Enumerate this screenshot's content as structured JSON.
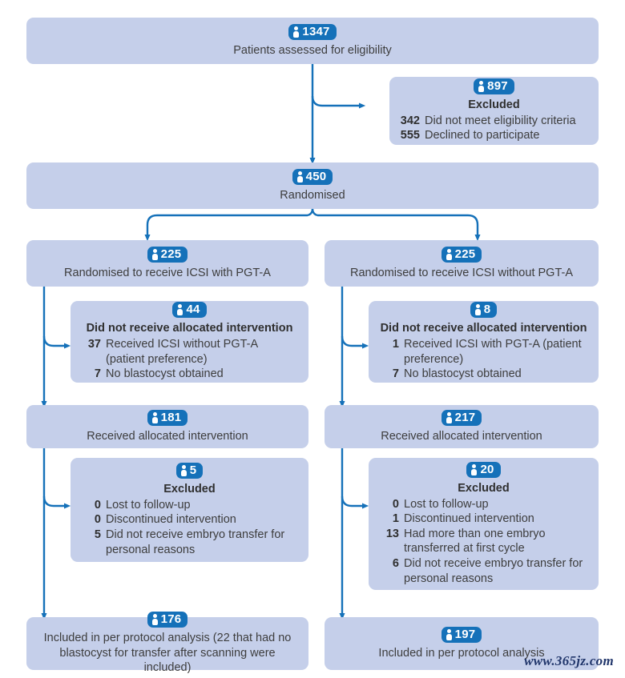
{
  "meta": {
    "diagram_title": "CONSORT participant flow diagram",
    "box_fill": "#c5cfea",
    "badge_color": "#1571b9",
    "line_color": "#1571b9",
    "text_color": "#3d3d3d"
  },
  "watermark": "www.365jz.com",
  "nodes": {
    "assessed": {
      "count": "1347",
      "label": "Patients assessed for eligibility"
    },
    "excluded_screening": {
      "count": "897",
      "heading": "Excluded",
      "reasons": [
        {
          "num": "342",
          "text": "Did not meet eligibility criteria"
        },
        {
          "num": "555",
          "text": "Declined to participate"
        }
      ]
    },
    "randomised": {
      "count": "450",
      "label": "Randomised"
    },
    "alloc_left": {
      "count": "225",
      "label": "Randomised to receive ICSI with PGT-A"
    },
    "alloc_right": {
      "count": "225",
      "label": "Randomised to receive ICSI without PGT-A"
    },
    "notreceived_left": {
      "count": "44",
      "heading": "Did not receive allocated intervention",
      "reasons": [
        {
          "num": "37",
          "text": "Received ICSI without PGT-A (patient preference)"
        },
        {
          "num": "7",
          "text": "No blastocyst obtained"
        }
      ]
    },
    "notreceived_right": {
      "count": "8",
      "heading": "Did not receive allocated intervention",
      "reasons": [
        {
          "num": "1",
          "text": "Received ICSI with PGT-A (patient preference)"
        },
        {
          "num": "7",
          "text": "No blastocyst obtained"
        }
      ]
    },
    "received_left": {
      "count": "181",
      "label": "Received allocated intervention"
    },
    "received_right": {
      "count": "217",
      "label": "Received allocated intervention"
    },
    "excluded_left": {
      "count": "5",
      "heading": "Excluded",
      "reasons": [
        {
          "num": "0",
          "text": "Lost to follow-up"
        },
        {
          "num": "0",
          "text": "Discontinued intervention"
        },
        {
          "num": "5",
          "text": "Did not receive embryo transfer for personal reasons"
        }
      ]
    },
    "excluded_right": {
      "count": "20",
      "heading": "Excluded",
      "reasons": [
        {
          "num": "0",
          "text": "Lost to follow-up"
        },
        {
          "num": "1",
          "text": "Discontinued intervention"
        },
        {
          "num": "13",
          "text": "Had more than one embryo transferred at first cycle"
        },
        {
          "num": "6",
          "text": "Did not receive embryo transfer for personal reasons"
        }
      ]
    },
    "analysis_left": {
      "count": "176",
      "label": "Included in per protocol analysis (22 that had no blastocyst for transfer after scanning were included)"
    },
    "analysis_right": {
      "count": "197",
      "label": "Included in per protocol analysis"
    }
  }
}
